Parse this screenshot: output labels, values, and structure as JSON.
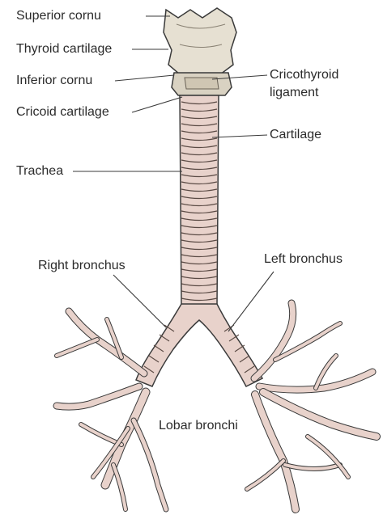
{
  "labels": {
    "superior_cornu": "Superior cornu",
    "thyroid_cartilage": "Thyroid cartilage",
    "inferior_cornu": "Inferior cornu",
    "cricoid_cartilage": "Cricoid cartilage",
    "cricothyroid_ligament_1": "Cricothyroid",
    "cricothyroid_ligament_2": "ligament",
    "cartilage": "Cartilage",
    "trachea": "Trachea",
    "right_bronchus": "Right bronchus",
    "left_bronchus": "Left bronchus",
    "lobar_bronchi": "Lobar bronchi"
  },
  "colors": {
    "outline": "#3a3a3a",
    "cartilage_fill": "#e6e0d2",
    "airway_fill": "#e8d2cb",
    "ring_stroke": "#5a4a44",
    "leader": "#3a3a3a"
  }
}
